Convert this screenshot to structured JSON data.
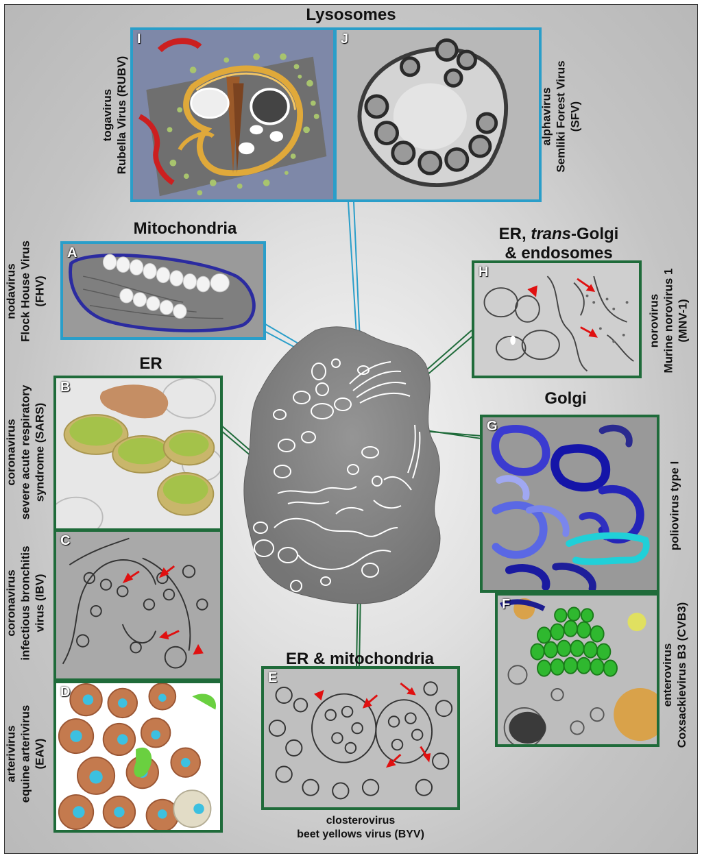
{
  "figure": {
    "headings": {
      "lysosomes": "Lysosomes",
      "mitochondria": "Mitochondria",
      "er_trans_golgi_line1_pre": "ER, ",
      "er_trans_golgi_line1_italic": "trans",
      "er_trans_golgi_line1_post": "-Golgi",
      "er_trans_golgi_line2": "& endosomes",
      "er": "ER",
      "golgi": "Golgi",
      "er_mito": "ER & mitochondria"
    },
    "panels": [
      {
        "letter": "I",
        "family": "togavirus",
        "virus": "Rubella Virus (RUBV)"
      },
      {
        "letter": "J",
        "family": "alphavirus",
        "virus": "Semliki Forest Virus",
        "abbr": "(SFV)"
      },
      {
        "letter": "A",
        "family": "nodavirus",
        "virus": "Flock House Virus",
        "abbr": "(FHV)"
      },
      {
        "letter": "H",
        "family": "norovirus",
        "virus": "Murine norovirus 1",
        "abbr": "(MNV-1)"
      },
      {
        "letter": "B",
        "family": "coronavirus",
        "virus": "severe acute respiratory",
        "abbr": "syndrome (SARS)"
      },
      {
        "letter": "G",
        "family": "poliovirus type I"
      },
      {
        "letter": "C",
        "family": "coronavirus",
        "virus": "infectious bronchitis",
        "abbr": "virus (IBV)"
      },
      {
        "letter": "F",
        "family": "enterovirus",
        "virus": "Coxsackievirus B3 (CVB3)"
      },
      {
        "letter": "E",
        "family": "closterovirus",
        "virus": "beet yellows virus (BYV)"
      },
      {
        "letter": "D",
        "family": "arterivirus",
        "virus": "equine arterivirus",
        "abbr": "(EAV)"
      }
    ]
  },
  "colors": {
    "lysosome_border": "#2a9ec9",
    "er_border": "#1f6b3a",
    "arrow_red": "#e01010"
  }
}
